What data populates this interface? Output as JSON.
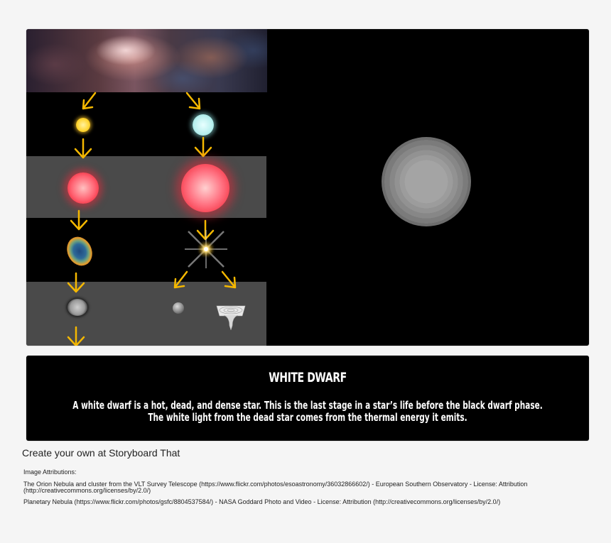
{
  "storyboard": {
    "cell": {
      "background_color": "#000000",
      "band_color": "#4a4a4a",
      "arrow_color": "#f5b800",
      "left_panel": {
        "top_image": "orion-nebula",
        "low_mass_path": [
          "yellow-star",
          "red-giant",
          "planetary-nebula",
          "white-dwarf"
        ],
        "high_mass_path": [
          "blue-star",
          "red-supergiant",
          "supernova",
          [
            "neutron-star",
            "black-hole"
          ]
        ]
      },
      "main_image": "white-dwarf-large"
    },
    "caption": {
      "title": "WHITE DWARF",
      "body_line1": "A white dwarf is a hot, dead, and dense star. This is the last stage in a star’s life before the black dwarf phase.",
      "body_line2": "The white light from the dead star comes from the thermal energy it emits."
    }
  },
  "footer": {
    "credit": "Create your own at Storyboard That",
    "attributions_heading": "Image Attributions:",
    "attributions": [
      {
        "line1": "The Orion Nebula and cluster from the VLT Survey Telescope (https://www.flickr.com/photos/esoastronomy/36032866602/) - European Southern Observatory - License: Attribution",
        "line2": "(http://creativecommons.org/licenses/by/2.0/)"
      },
      {
        "line1": "Planetary Nebula (https://www.flickr.com/photos/gsfc/8804537584/) - NASA Goddard Photo and Video - License: Attribution (http://creativecommons.org/licenses/by/2.0/)"
      }
    ]
  }
}
